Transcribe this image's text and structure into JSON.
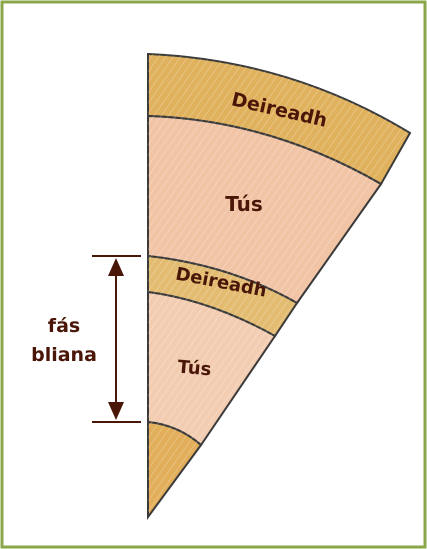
{
  "diagram": {
    "bands": [
      {
        "id": "late-outer",
        "label": "Deireadh",
        "color": "#e0b25e"
      },
      {
        "id": "early-outer",
        "label": "Tús",
        "color": "#f2c4a6"
      },
      {
        "id": "late-inner",
        "label": "Deireadh",
        "color": "#e3bc72"
      },
      {
        "id": "early-inner",
        "label": "Tús",
        "color": "#f3cdb2"
      },
      {
        "id": "core",
        "label": "",
        "color": "#e2ae5a"
      }
    ],
    "annual_growth": {
      "line1": "fás",
      "line2": "bliana"
    },
    "colors": {
      "frame_border": "#8aa64a",
      "outline": "#3a3a3a",
      "text": "#4a1608"
    }
  }
}
